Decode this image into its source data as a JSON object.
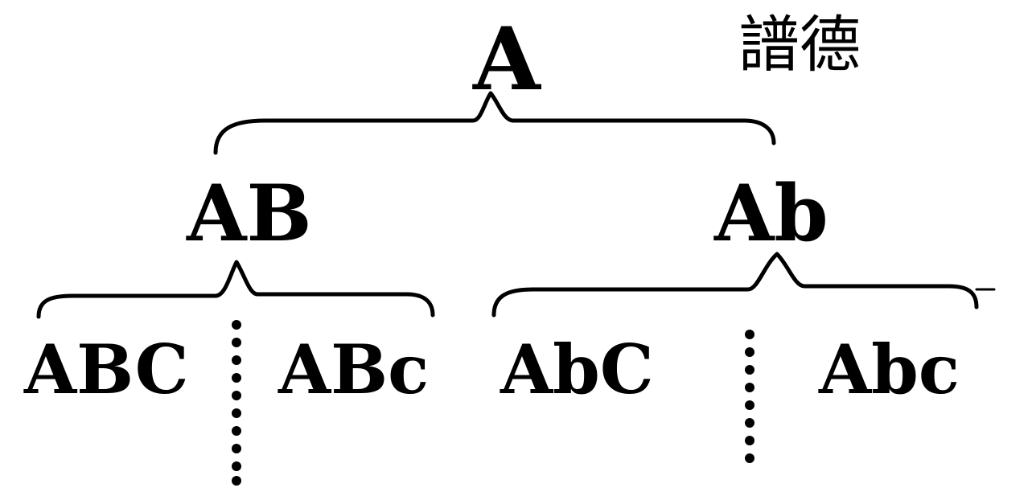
{
  "tree": {
    "root": {
      "label": "A"
    },
    "caption": "譜德",
    "branch_left": {
      "label": "AB"
    },
    "branch_right": {
      "label": "Ab"
    },
    "leaves": [
      {
        "label": "ABC"
      },
      {
        "label": "ABc"
      },
      {
        "label": "AbC"
      },
      {
        "label": "Abc"
      }
    ]
  },
  "colors": {
    "ink": "#000000",
    "paper": "#ffffff"
  }
}
